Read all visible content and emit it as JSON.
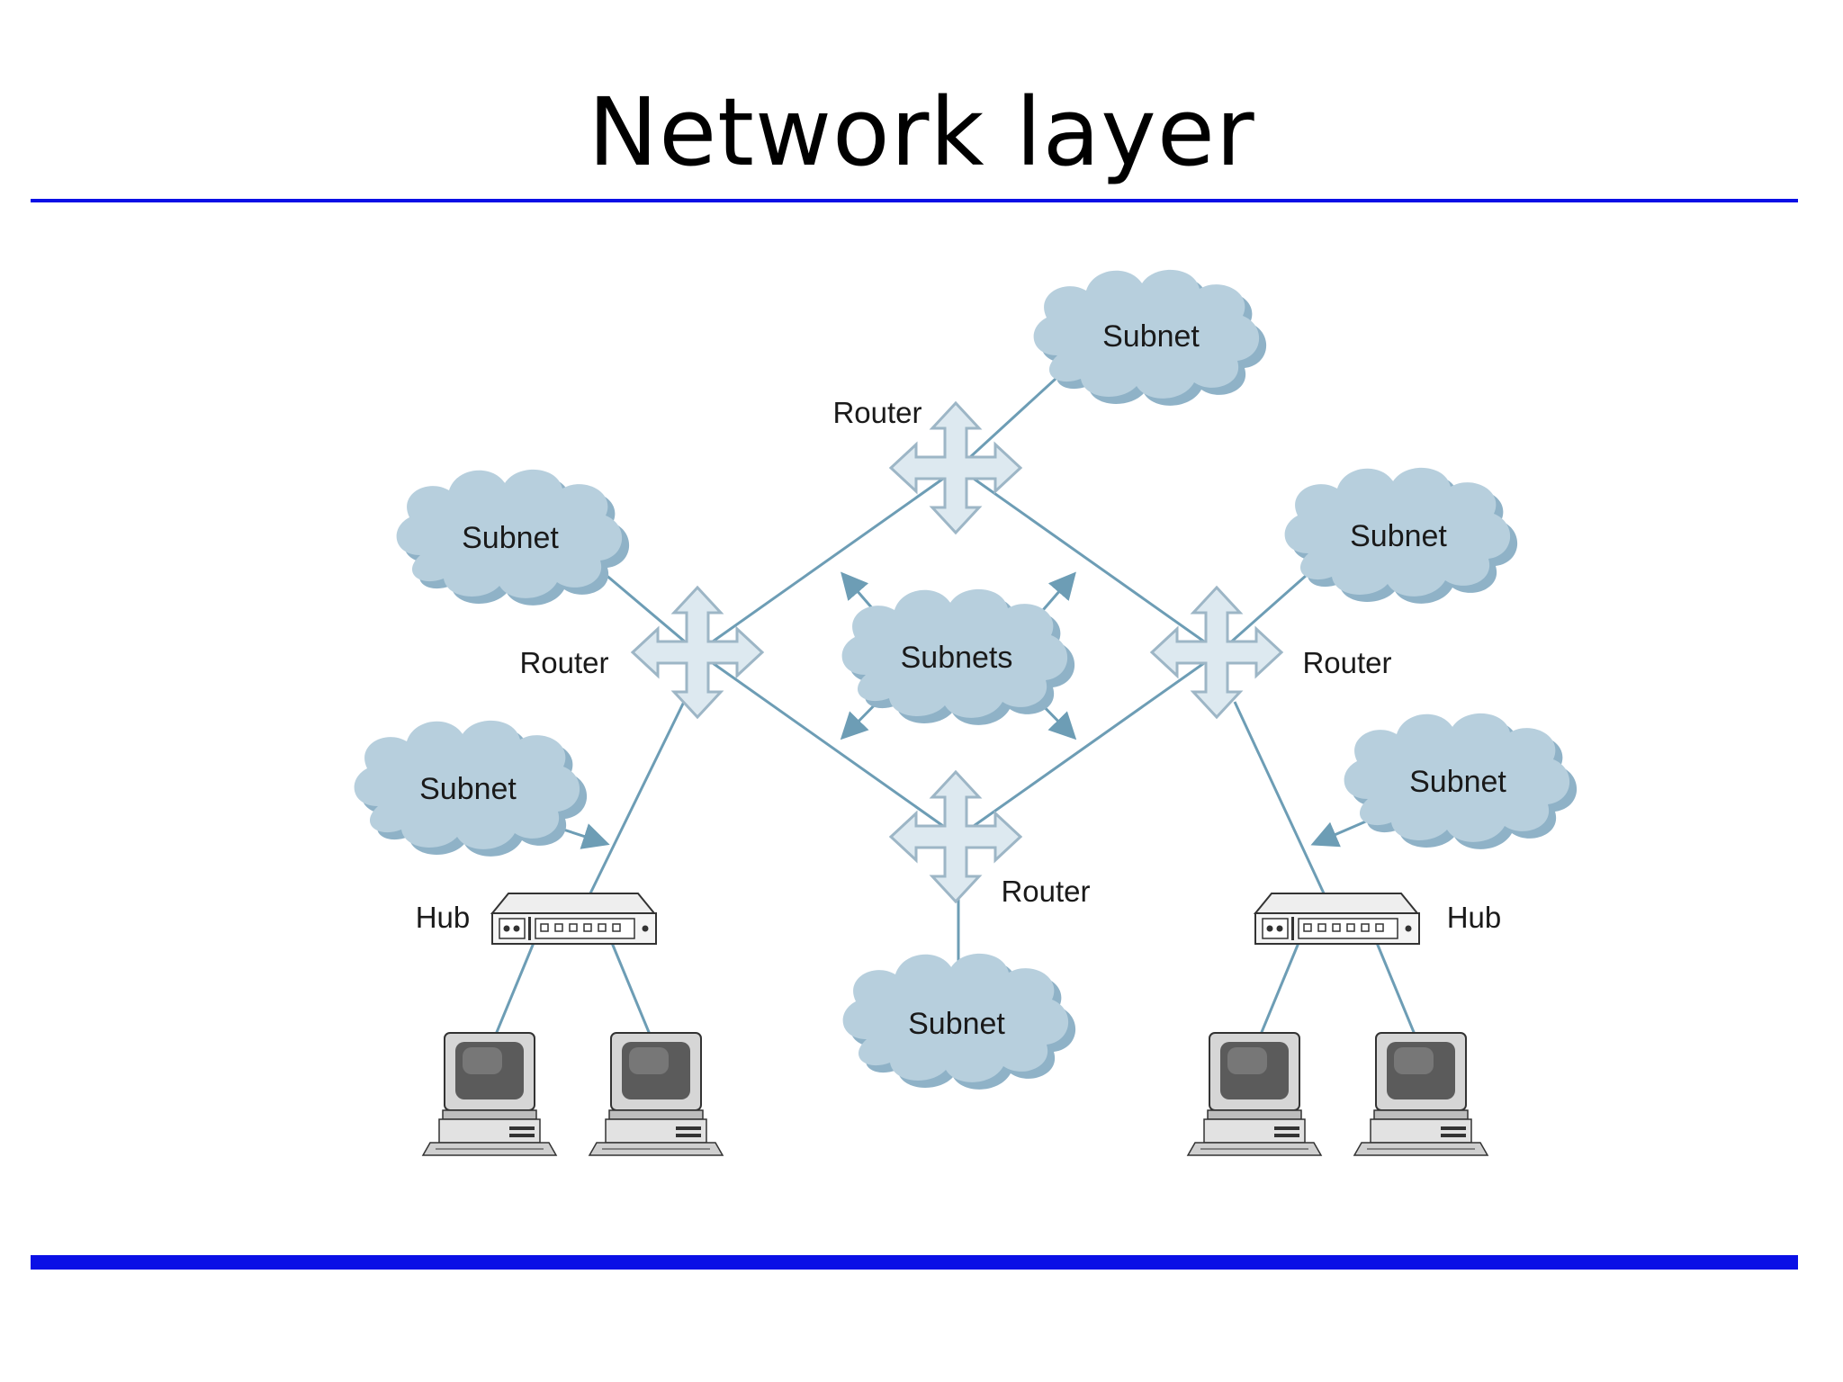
{
  "title": "Network layer",
  "colors": {
    "accent_rule": "#0a10e6",
    "link": "#6d9db5",
    "cloud_fill": "#b7cfdd",
    "cloud_shadow": "#8fb2c7",
    "router_fill": "#dde9f0",
    "router_stroke": "#9db6c6"
  },
  "diagram": {
    "clouds": {
      "top": "Subnet",
      "upper_left": "Subnet",
      "upper_right": "Subnet",
      "center": "Subnets",
      "lower_left": "Subnet",
      "lower_right": "Subnet",
      "bottom": "Subnet"
    },
    "routers": {
      "top": "Router",
      "left": "Router",
      "right": "Router",
      "bottom": "Router"
    },
    "hubs": {
      "left": "Hub",
      "right": "Hub"
    },
    "icons": [
      "cloud-icon",
      "router-icon",
      "hub-icon",
      "computer-icon"
    ]
  }
}
